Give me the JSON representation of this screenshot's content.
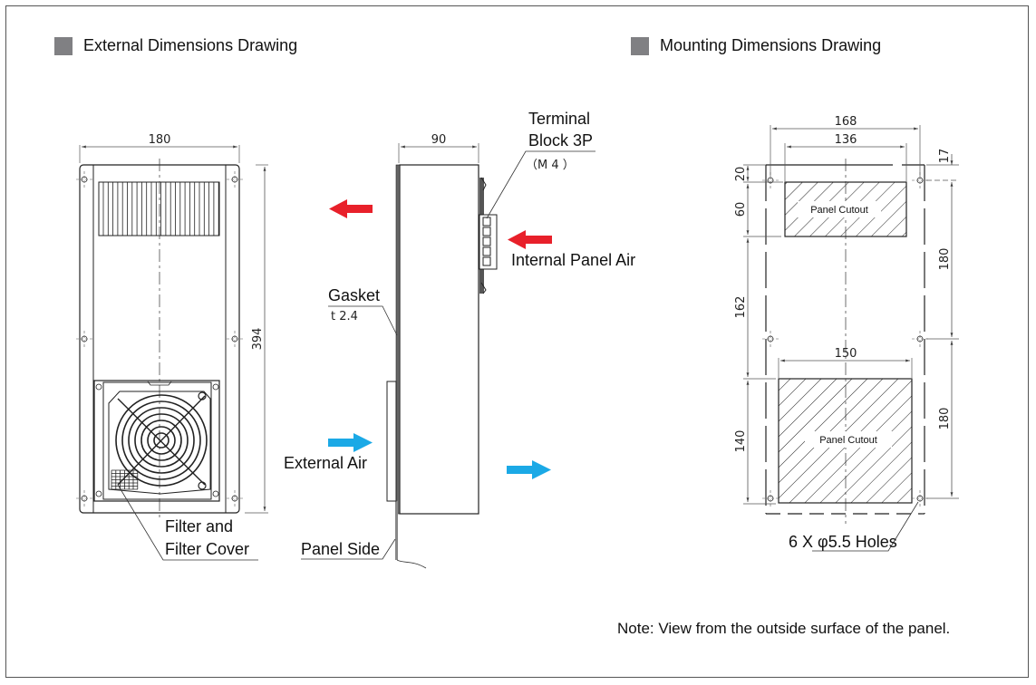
{
  "sections": {
    "external": {
      "title": "External Dimensions Drawing"
    },
    "mounting": {
      "title": "Mounting Dimensions Drawing"
    }
  },
  "colors": {
    "hot_air": "#e8202a",
    "cool_air": "#1ba9e6",
    "title_square": "#808083"
  },
  "front_view": {
    "width_dim": "180",
    "height_dim": "394",
    "callout_filter_line1": "Filter and",
    "callout_filter_line2": "Filter Cover"
  },
  "side_view": {
    "depth_dim": "90",
    "terminal_line1": "Terminal",
    "terminal_line2": "Block 3P",
    "terminal_spec": "（M 4 ）",
    "gasket": "Gasket",
    "gasket_thickness": "t 2.4",
    "internal_air": "Internal Panel Air",
    "external_air": "External Air",
    "panel_side": "Panel Side"
  },
  "mounting_view": {
    "dim_168": "168",
    "dim_136": "136",
    "dim_150": "150",
    "dim_17": "17",
    "dim_20": "20",
    "dim_60": "60",
    "dim_162": "162",
    "dim_140": "140",
    "dim_180_upper": "180",
    "dim_180_lower": "180",
    "cutout_upper": "Panel Cutout",
    "cutout_lower": "Panel Cutout",
    "holes": "6 X φ5.5 Holes"
  },
  "note": "Note: View from the outside surface of the panel."
}
